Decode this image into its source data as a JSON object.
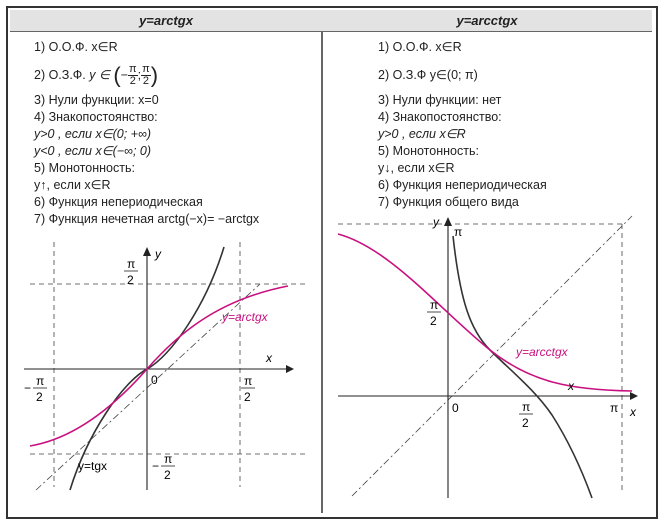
{
  "left": {
    "title": "y=arctgx",
    "properties": [
      "1) О.О.Ф. x∈R",
      "2) О.З.Ф.",
      "3) Нули функции: x=0",
      "4) Знакопостоянство:",
      "y>0 , если x∈(0; +∞)",
      "y<0 , если x∈(−∞; 0)",
      "5) Монотонность:",
      "y↑, если x∈R",
      "6) Функция непериодическая",
      "7) Функция нечетная arctg(−x)= −arctgx"
    ],
    "range_prefix": "y ∈",
    "pi": "π",
    "two": "2",
    "minus": "−",
    "range_sep": ";",
    "graph": {
      "y_label": "y",
      "x_label": "x",
      "origin": "0",
      "curve_label": "y=arctgx",
      "tan_label": "y=tgx"
    }
  },
  "right": {
    "title": "y=arcctgx",
    "properties": [
      "1) О.О.Ф. x∈R",
      "2) О.З.Ф  y∈(0; π)",
      "3) Нули функции: нет",
      "4) Знакопостоянство:",
      "y>0 , если x∈R",
      "5) Монотонность:",
      "y↓, если x∈R",
      "6) Функция непериодическая",
      "7) Функция общего вида"
    ],
    "graph": {
      "y_label": "y",
      "x_label": "x",
      "x_label_near_curve": "x",
      "origin": "0",
      "pi": "π",
      "two": "2",
      "curve_label": "y=arcctgx"
    }
  },
  "colors": {
    "curve_magenta": "#c8107f",
    "axis": "#222222",
    "header_bg": "#e3e3e3"
  }
}
